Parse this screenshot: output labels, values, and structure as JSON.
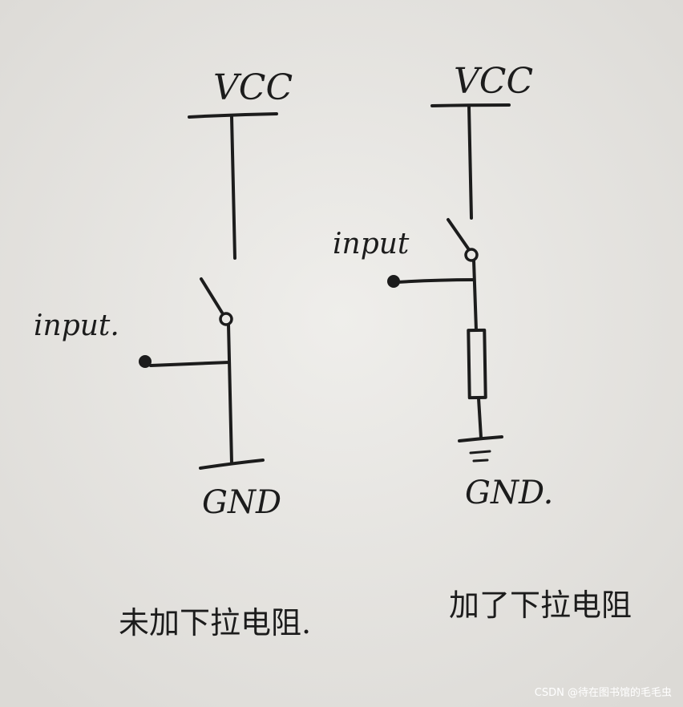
{
  "left_circuit": {
    "supply_label": "VCC",
    "input_label": "input.",
    "ground_label": "GND",
    "caption": "未加下拉电阻."
  },
  "right_circuit": {
    "supply_label": "VCC",
    "input_label": "input",
    "ground_label": "GND.",
    "caption": "加了下拉电阻"
  },
  "watermark": "CSDN @待在图书馆的毛毛虫"
}
